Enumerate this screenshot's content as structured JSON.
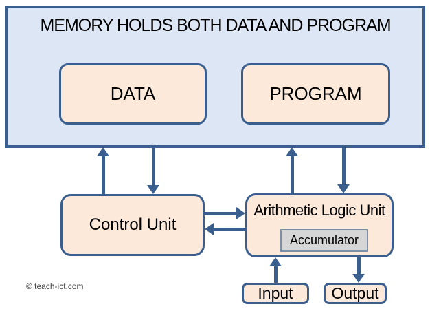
{
  "diagram": {
    "memory": {
      "title": "MEMORY HOLDS BOTH DATA AND PROGRAM",
      "data_label": "DATA",
      "program_label": "PROGRAM"
    },
    "control_unit_label": "Control Unit",
    "alu_label": "Arithmetic Logic Unit",
    "accumulator_label": "Accumulator",
    "input_label": "Input",
    "output_label": "Output",
    "copyright": "© teach-ict.com",
    "arrows": [
      {
        "from": "control-unit",
        "to": "memory",
        "direction": "up"
      },
      {
        "from": "memory",
        "to": "control-unit",
        "direction": "down"
      },
      {
        "from": "alu",
        "to": "memory",
        "direction": "up"
      },
      {
        "from": "memory",
        "to": "alu",
        "direction": "down"
      },
      {
        "from": "control-unit",
        "to": "alu",
        "direction": "right"
      },
      {
        "from": "alu",
        "to": "control-unit",
        "direction": "left"
      },
      {
        "from": "input",
        "to": "alu",
        "direction": "up"
      },
      {
        "from": "alu",
        "to": "output",
        "direction": "down"
      }
    ],
    "colors": {
      "outline_blue": "#3a5f8f",
      "memory_fill": "#dce6f4",
      "component_fill": "#fce9da",
      "accumulator_fill": "#d6d6d6",
      "accumulator_border": "#7b8fa6",
      "text": "#000000",
      "copyright_text": "#3f3f3f"
    }
  }
}
